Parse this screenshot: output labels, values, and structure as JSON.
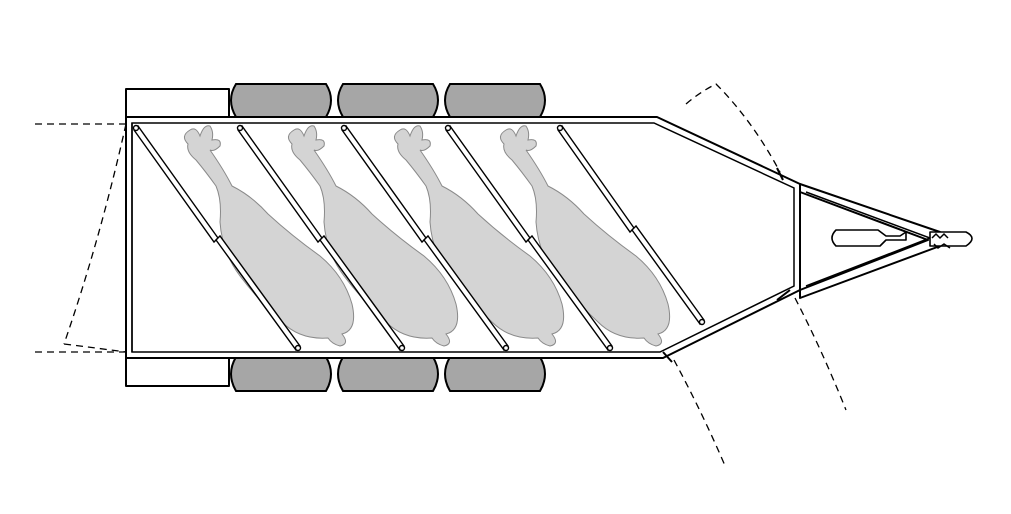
{
  "diagram": {
    "subject": "horse-trailer-top-view",
    "stall_count": 4,
    "wheel_count_per_side": 3,
    "colors": {
      "outline": "#000000",
      "body": "#ffffff",
      "wheels": "#a6a6a6",
      "horses": "#d4d4d4"
    }
  }
}
